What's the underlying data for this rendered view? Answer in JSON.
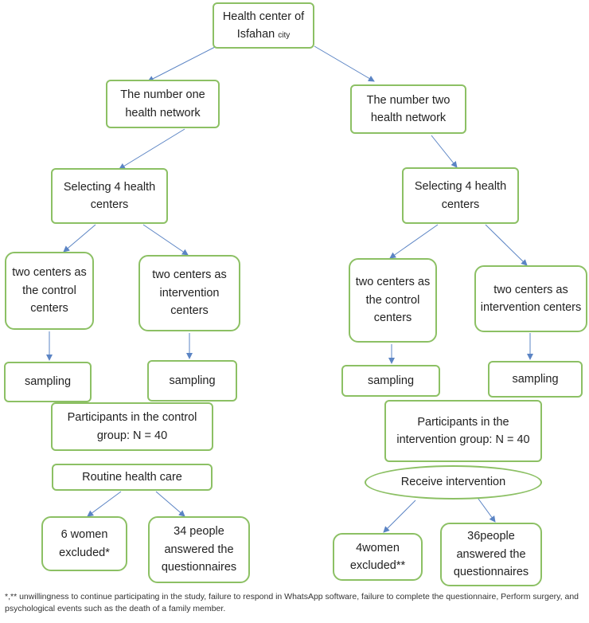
{
  "nodes": {
    "root": {
      "main": "Health center of",
      "line2": "Isfahan",
      "suffix": "city"
    },
    "network1": "The number one health network",
    "network2": "The number two health network",
    "select1": "Selecting 4 health centers",
    "select2": "Selecting 4 health centers",
    "control1": "two centers as the control centers",
    "intervention1": "two centers as intervention centers",
    "control2": "two centers as the control centers",
    "intervention2": "two centers as intervention centers",
    "sampling1": "sampling",
    "sampling2": "sampling",
    "sampling3": "sampling",
    "sampling4": "sampling",
    "participants_control": "Participants in the control group: N = 40",
    "participants_intervention": "Participants in the intervention group: N = 40",
    "routine_care": "Routine health care",
    "receive_intervention": "Receive intervention",
    "excluded_control": "6 women excluded*",
    "answered_control": "34 people answered the questionnaires",
    "excluded_intervention": "4women excluded**",
    "answered_intervention": "36people answered the questionnaires"
  },
  "footnote": "*,** unwillingness to continue participating in the study, failure to respond in WhatsApp software, failure to complete the questionnaire, Perform surgery, and psychological events such as the death of a family member.",
  "colors": {
    "box_border": "#8cc064",
    "arrow": "#5b84c4"
  }
}
